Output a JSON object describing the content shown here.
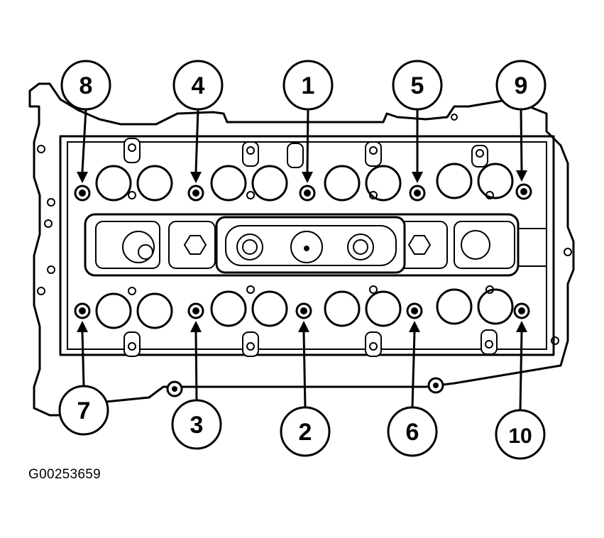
{
  "figure_id": "G00253659",
  "callouts": [
    {
      "label": "8"
    },
    {
      "label": "4"
    },
    {
      "label": "1"
    },
    {
      "label": "5"
    },
    {
      "label": "9"
    },
    {
      "label": "7"
    },
    {
      "label": "3"
    },
    {
      "label": "2"
    },
    {
      "label": "6"
    },
    {
      "label": "10"
    }
  ]
}
